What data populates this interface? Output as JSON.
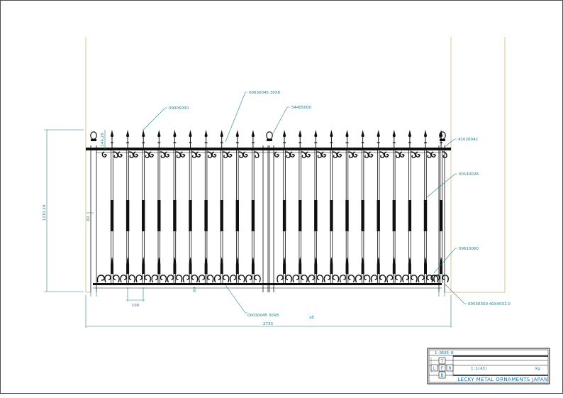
{
  "colors": {
    "ink": "#111111",
    "dimension": "#1f7f8a",
    "wall": "#d6c98a",
    "titleblock_text": "#1f6fa8"
  },
  "callouts": {
    "finial_small": "09005000",
    "top_bar": "00030045 30X8",
    "center_finial": "54405000",
    "end_post_finial": "41020042",
    "picket": "00140026",
    "lower_spear": "09610060",
    "bottom_bar": "00030045 30X8",
    "post": "00030350 40X40X2.0"
  },
  "dimensions": {
    "overall_width": "2733",
    "overall_height": "1210.29",
    "top_offset": "146.29",
    "left_gap": "60",
    "center_gap": "60",
    "picket_pitch": "100",
    "count": "x8"
  },
  "titleblock": {
    "drawing_no": "1-0503-B",
    "scale": "1:1(A3)",
    "unit": "kg",
    "company": "LECKY METAL ORNAMENTS JAPAN",
    "letters": [
      "T",
      "L",
      "F",
      "R",
      "B"
    ]
  }
}
